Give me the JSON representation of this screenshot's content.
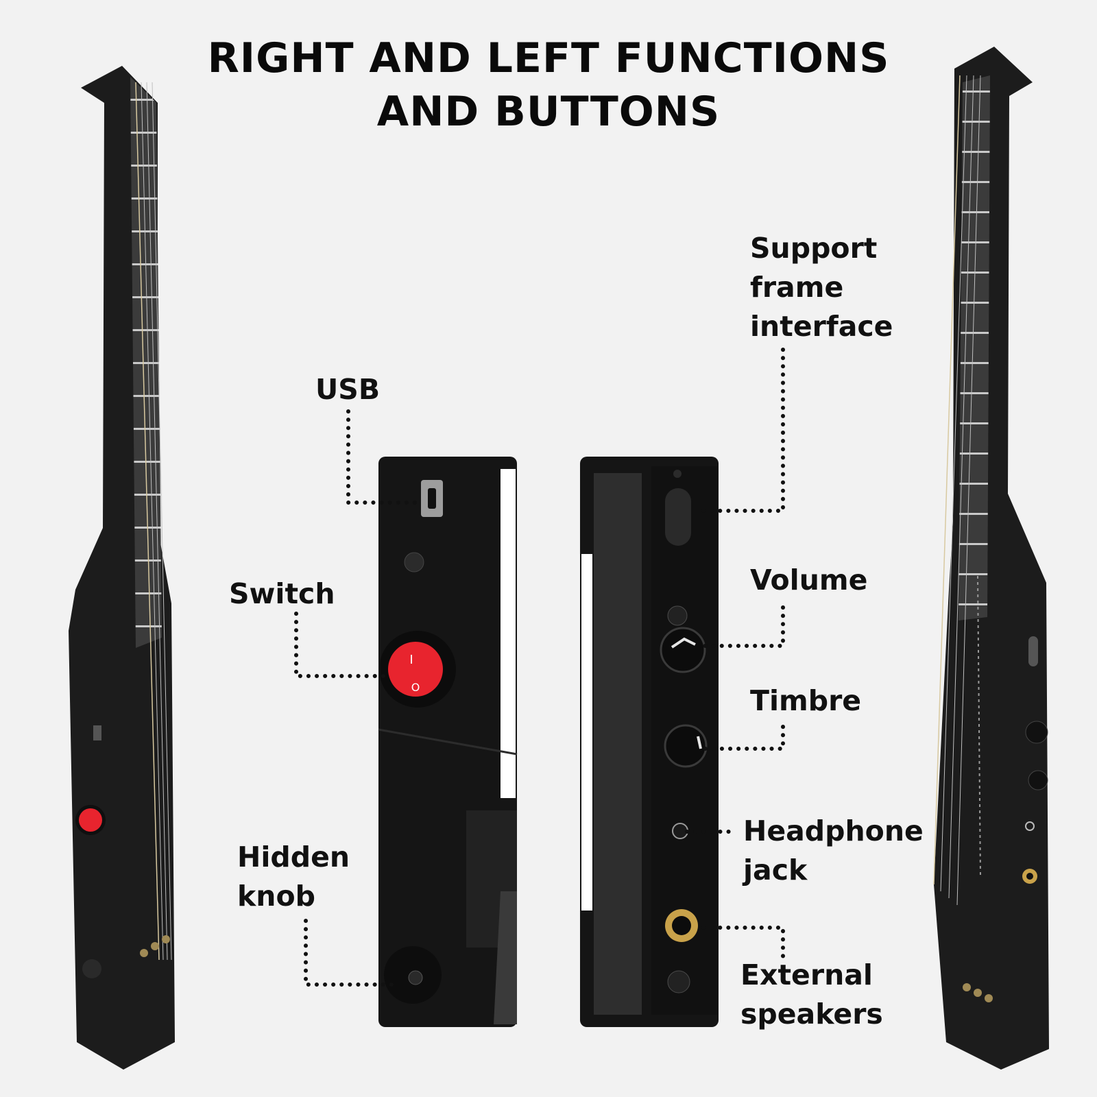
{
  "title": {
    "line1": "RIGHT AND LEFT FUNCTIONS",
    "line2": "AND BUTTONS"
  },
  "callouts": {
    "usb": "USB",
    "switch": "Switch",
    "hidden_knob": "Hidden\nknob",
    "support_frame_interface": "Support\nframe\ninterface",
    "volume": "Volume",
    "timbre": "Timbre",
    "headphone_jack": "Headphone\njack",
    "external_speakers": "External\nspeakers"
  },
  "switch_markings": {
    "on": "I",
    "off": "O"
  },
  "colors": {
    "background": "#f2f2f2",
    "guitar_body": "#1b1b1b",
    "fretboard": "#3a3a3a",
    "switch_red": "#e8242e",
    "brass_jack": "#c9a24a"
  }
}
